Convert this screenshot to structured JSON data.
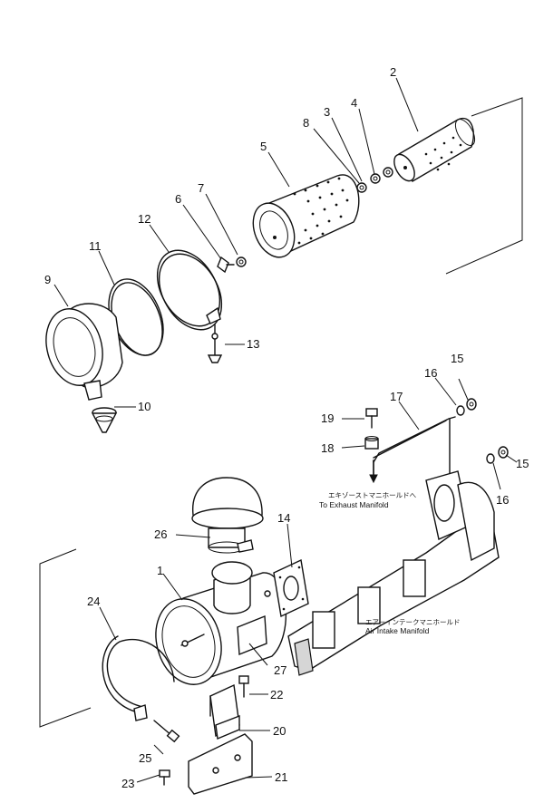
{
  "callouts": [
    {
      "id": "n1",
      "text": "1"
    },
    {
      "id": "n2",
      "text": "2"
    },
    {
      "id": "n3",
      "text": "3"
    },
    {
      "id": "n4",
      "text": "4"
    },
    {
      "id": "n5",
      "text": "5"
    },
    {
      "id": "n6",
      "text": "6"
    },
    {
      "id": "n7",
      "text": "7"
    },
    {
      "id": "n8",
      "text": "8"
    },
    {
      "id": "n9",
      "text": "9"
    },
    {
      "id": "n10",
      "text": "10"
    },
    {
      "id": "n11",
      "text": "11"
    },
    {
      "id": "n12",
      "text": "12"
    },
    {
      "id": "n13",
      "text": "13"
    },
    {
      "id": "n14",
      "text": "14"
    },
    {
      "id": "n15a",
      "text": "15"
    },
    {
      "id": "n15b",
      "text": "15"
    },
    {
      "id": "n16a",
      "text": "16"
    },
    {
      "id": "n16b",
      "text": "16"
    },
    {
      "id": "n17",
      "text": "17"
    },
    {
      "id": "n18",
      "text": "18"
    },
    {
      "id": "n19",
      "text": "19"
    },
    {
      "id": "n20",
      "text": "20"
    },
    {
      "id": "n21",
      "text": "21"
    },
    {
      "id": "n22",
      "text": "22"
    },
    {
      "id": "n23",
      "text": "23"
    },
    {
      "id": "n24",
      "text": "24"
    },
    {
      "id": "n25",
      "text": "25"
    },
    {
      "id": "n26",
      "text": "26"
    },
    {
      "id": "n27",
      "text": "27"
    }
  ],
  "notes": {
    "exhaust_jp": "エキゾーストマニホールドへ",
    "exhaust_en": "To Exhaust Manifold",
    "intake_jp": "エアーインテークマニホールド",
    "intake_en": "Air Intake Manifold"
  }
}
